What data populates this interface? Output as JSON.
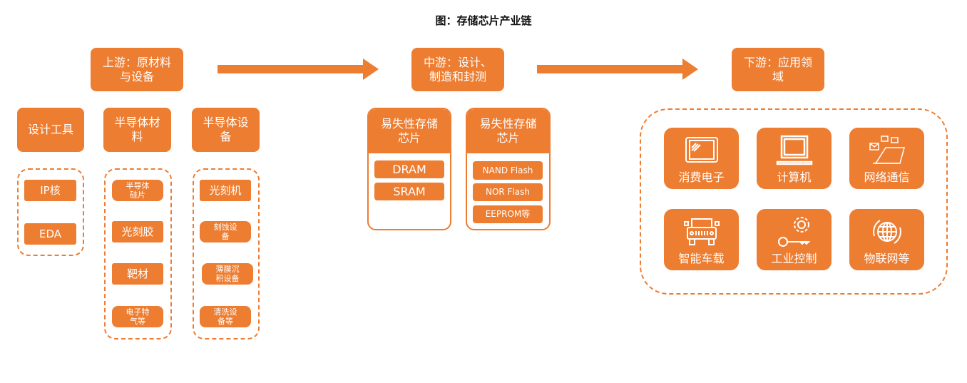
{
  "title": "图：存储芯片产业链",
  "colors": {
    "accent": "#ED7D31"
  },
  "upstream": {
    "label": "上游：原材料与设备",
    "groups": [
      {
        "label": "设计工具",
        "items": [
          "IP核",
          "EDA"
        ]
      },
      {
        "label": "半导体材料",
        "items": [
          "半导体硅片",
          "光刻胶",
          "靶材",
          "电子特气等"
        ]
      },
      {
        "label": "半导体设备",
        "items": [
          "光刻机",
          "刻蚀设备",
          "薄膜沉积设备",
          "清洗设备等"
        ]
      }
    ]
  },
  "midstream": {
    "label": "中游：设计、制造和封测",
    "groups": [
      {
        "label": "易失性存储芯片",
        "items": [
          "DRAM",
          "SRAM"
        ]
      },
      {
        "label": "易失性存储芯片",
        "items": [
          "NAND Flash",
          "NOR Flash",
          "EEPROM等"
        ]
      }
    ]
  },
  "downstream": {
    "label": "下游：应用领域",
    "apps": [
      {
        "label": "消费电子",
        "icon": "tablet-icon"
      },
      {
        "label": "计算机",
        "icon": "laptop-icon"
      },
      {
        "label": "网络通信",
        "icon": "mail-laptop-icon"
      },
      {
        "label": "智能车载",
        "icon": "car-icon"
      },
      {
        "label": "工业控制",
        "icon": "gear-key-icon"
      },
      {
        "label": "物联网等",
        "icon": "globe-icon"
      }
    ]
  }
}
